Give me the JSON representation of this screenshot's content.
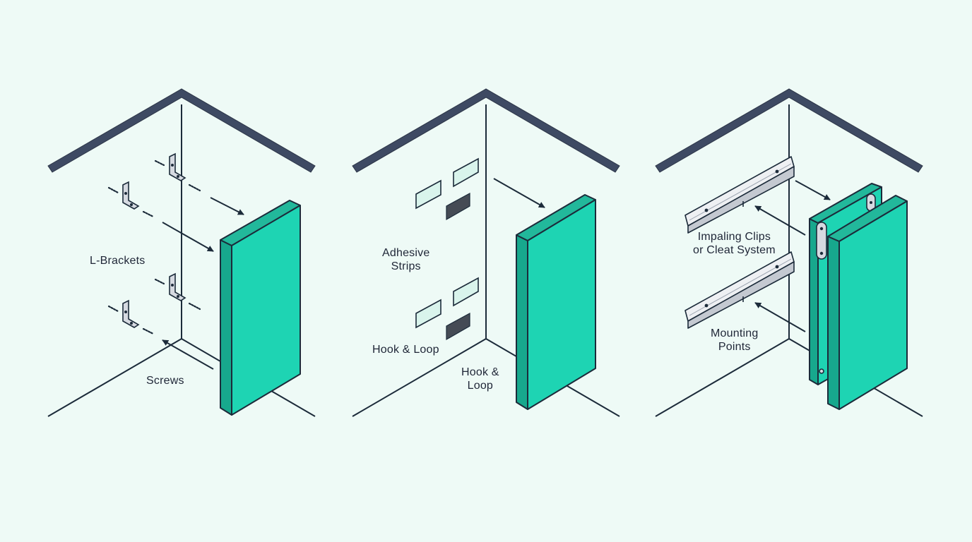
{
  "colors": {
    "background": "#eefaf6",
    "panel_front": "#1ed4b3",
    "panel_side": "#17a88d",
    "panel_top": "#22b89b",
    "outline": "#1c2b3a",
    "ceiling": "#3e4a63",
    "metal": "#d6dae1",
    "adhesive": "#d9f4ec",
    "velcro": "#454b55"
  },
  "panels": [
    {
      "method": "l-brackets",
      "labels": {
        "brackets": "L-Brackets",
        "screws": "Screws"
      }
    },
    {
      "method": "adhesive",
      "labels": {
        "adhesive": "Adhesive\nStrips",
        "hook_loop_left": "Hook & Loop",
        "hook_loop_right": "Hook &\nLoop"
      }
    },
    {
      "method": "clips",
      "labels": {
        "clips": "Impaling Clips\nor Cleat System",
        "mounting": "Mounting\nPoints"
      }
    }
  ]
}
